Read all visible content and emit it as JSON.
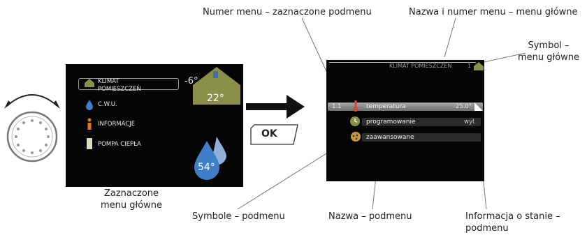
{
  "callouts": {
    "menu_number": "Numer menu – zaznaczone podmenu",
    "main_menu_name": "Nazwa i numer menu – menu główne",
    "symbol_main_line1": "Symbol –",
    "symbol_main_line2": "menu główne",
    "selected_main_line1": "Zaznaczone",
    "selected_main_line2": "menu główne",
    "symbols_sub": "Symbole – podmenu",
    "name_sub": "Nazwa – podmenu",
    "status_sub_line1": "Informacja o stanie –",
    "status_sub_line2": "podmenu"
  },
  "left_screen": {
    "items": [
      {
        "label_line1": "KLIMAT",
        "label_line2": "POMIESZCZEŃ",
        "icon": "house-icon"
      },
      {
        "label_line1": "C.W.U.",
        "icon": "water-drop-icon"
      },
      {
        "label_line1": "INFORMACJE",
        "icon": "info-icon"
      },
      {
        "label_line1": "POMPA CIEPŁA",
        "icon": "heat-pump-icon"
      }
    ],
    "outdoor_temp": "-6°",
    "indoor_temp": "22°",
    "water_temp": "54°"
  },
  "ok_button": {
    "label": "OK"
  },
  "right_screen": {
    "header_title": "KLIMAT POMIESZCZEŃ",
    "header_number": "1",
    "rows": [
      {
        "number": "1.1",
        "label": "temperatura",
        "status": "25.0°",
        "icon": "thermometer-icon"
      },
      {
        "number": "",
        "label": "programowanie",
        "status": "wył.",
        "icon": "clock-icon"
      },
      {
        "number": "",
        "label": "zaawansowane",
        "status": "",
        "icon": "settings-icon"
      }
    ]
  },
  "colors": {
    "screen_bg": "#050505",
    "house_green": "#8a8f4a",
    "drop_blue": "#3f7fc8",
    "info_orange": "#e07a1f",
    "highlight_gray": "#8c8c8c"
  }
}
